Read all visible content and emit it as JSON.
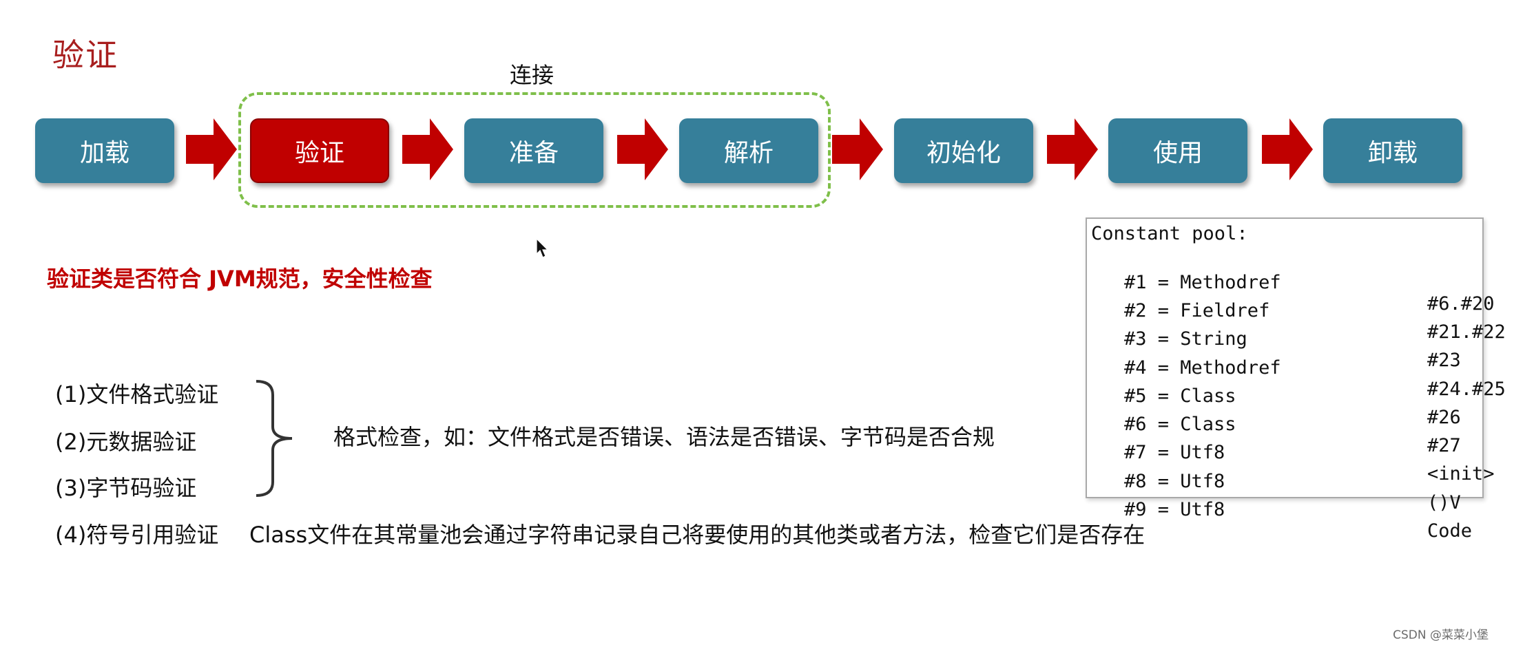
{
  "title": "验证",
  "connect_label": "连接",
  "stages": [
    {
      "label": "加载",
      "active": false
    },
    {
      "label": "验证",
      "active": true
    },
    {
      "label": "准备",
      "active": false
    },
    {
      "label": "解析",
      "active": false
    },
    {
      "label": "初始化",
      "active": false
    },
    {
      "label": "使用",
      "active": false
    },
    {
      "label": "卸载",
      "active": false
    }
  ],
  "subtitle": "验证类是否符合 JVM规范，安全性检查",
  "checks": [
    "(1)文件格式验证",
    "(2)元数据验证",
    "(3)字节码验证",
    "(4)符号引用验证"
  ],
  "brace_text": "格式检查，如：文件格式是否错误、语法是否错误、字节码是否合规",
  "item4_desc": "Class文件在其常量池会通过字符串记录自己将要使用的其他类或者方法，检查它们是否存在",
  "constant_pool": {
    "header": "Constant pool:",
    "rows": [
      {
        "lhs": "#1 = Methodref",
        "rhs": "#6.#20"
      },
      {
        "lhs": "#2 = Fieldref",
        "rhs": "#21.#22"
      },
      {
        "lhs": "#3 = String",
        "rhs": "#23"
      },
      {
        "lhs": "#4 = Methodref",
        "rhs": "#24.#25"
      },
      {
        "lhs": "#5 = Class",
        "rhs": "#26"
      },
      {
        "lhs": "#6 = Class",
        "rhs": "#27"
      },
      {
        "lhs": "#7 = Utf8",
        "rhs": "<init>"
      },
      {
        "lhs": "#8 = Utf8",
        "rhs": "()V"
      },
      {
        "lhs": "#9 = Utf8",
        "rhs": "Code"
      }
    ]
  },
  "watermark": "CSDN @菜菜小堡",
  "colors": {
    "title_red": "#a81e1e",
    "active_red": "#c00000",
    "stage_teal": "#367f9a",
    "arrow_red": "#c00000",
    "dashed_green": "#7fbf4a"
  },
  "icons": {
    "arrow": "right-arrow-icon",
    "cursor": "mouse-pointer-icon",
    "brace": "right-curly-brace-icon"
  }
}
